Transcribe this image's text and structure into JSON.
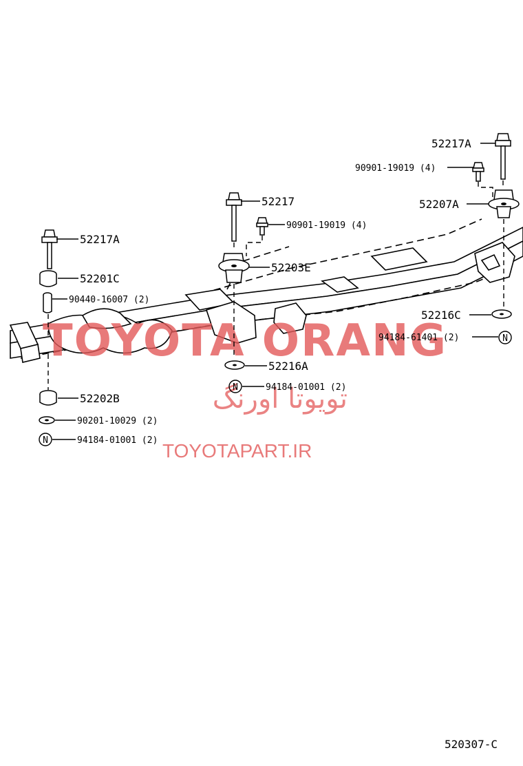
{
  "diagram": {
    "code": "520307-C",
    "parts": {
      "p52217A_right": "52217A",
      "p90901_right": "90901-19019 (4)",
      "p52207A": "52207A",
      "p52217": "52217",
      "p90901_center": "90901-19019 (4)",
      "p52203E": "52203E",
      "p52217A_left": "52217A",
      "p52201C": "52201C",
      "p90440": "90440-16007 (2)",
      "p52216C": "52216C",
      "p94184_61401": "94184-61401 (2)",
      "p52216A": "52216A",
      "p94184_01001_center": "94184-01001 (2)",
      "p52202B": "52202B",
      "p90201": "90201-10029 (2)",
      "p94184_01001_left": "94184-01001 (2)"
    },
    "nut_symbol": "N"
  },
  "watermark": {
    "brand": "TOYOTA ORANG",
    "persian": "تویوتا اورنگ",
    "url": "TOYOTAPART.IR"
  }
}
